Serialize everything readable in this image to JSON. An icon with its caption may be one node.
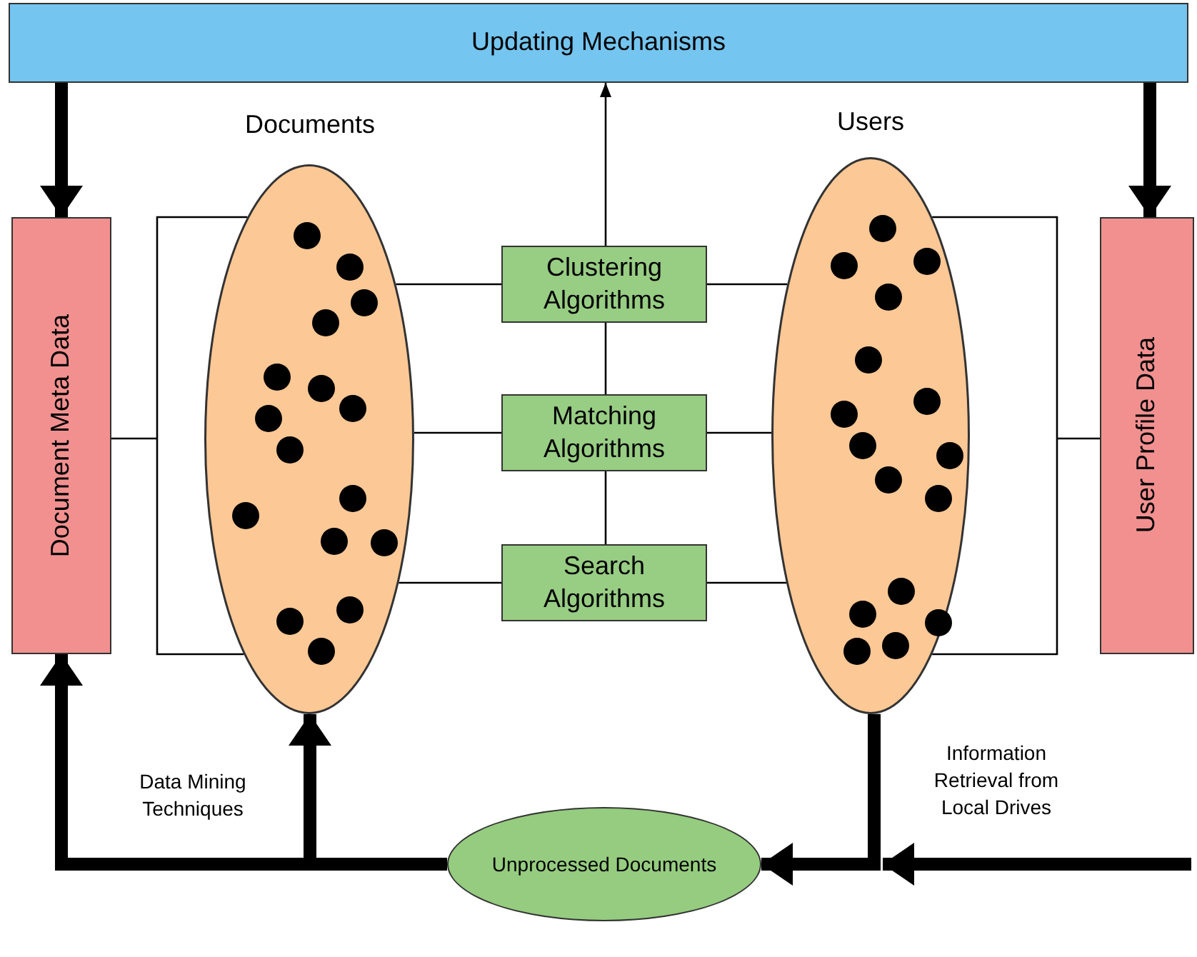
{
  "diagram": {
    "nodes": [
      {
        "text": [
          "Updating Mechanisms"
        ]
      },
      {
        "text": [
          "Document Meta Data"
        ]
      },
      {
        "text": [
          "Documents"
        ]
      },
      {
        "text": [
          "Clustering Algorithms"
        ]
      },
      {
        "text": [
          "Matching Algorithms"
        ]
      },
      {
        "text": [
          "Search Algorithms"
        ]
      },
      {
        "text": [
          "Users"
        ]
      },
      {
        "text": [
          "User Profile Data"
        ]
      },
      {
        "text": [
          "Unprocessed Documents"
        ]
      }
    ],
    "edges": [
      {
        "from": 0,
        "to": 1,
        "arrow": "to",
        "style": "thick"
      },
      {
        "from": 0,
        "to": 7,
        "arrow": "to",
        "style": "thick"
      },
      {
        "from": 3,
        "to": 0,
        "arrow": "to"
      },
      {
        "from": 2,
        "to": 3,
        "arrow": "none"
      },
      {
        "from": 3,
        "to": 6,
        "arrow": "none"
      },
      {
        "from": 2,
        "to": 4,
        "arrow": "none"
      },
      {
        "from": 4,
        "to": 6,
        "arrow": "none"
      },
      {
        "from": 2,
        "to": 5,
        "arrow": "none"
      },
      {
        "from": 5,
        "to": 6,
        "arrow": "none"
      },
      {
        "from": 3,
        "to": 4,
        "arrow": "none"
      },
      {
        "from": 4,
        "to": 5,
        "arrow": "none"
      },
      {
        "from": 1,
        "to": 2,
        "arrow": "none"
      },
      {
        "from": 7,
        "to": 6,
        "arrow": "none"
      },
      {
        "from": 6,
        "to": 8,
        "arrow": "to",
        "style": "thick"
      },
      {
        "from": null,
        "to": 8,
        "arrow": "to",
        "style": "thick",
        "label": "Information Retrieval from Local Drives"
      },
      {
        "from": 8,
        "to": 1,
        "arrow": "to",
        "style": "thick",
        "label": "Data Mining Techniques"
      },
      {
        "from": 8,
        "to": 2,
        "arrow": "to",
        "style": "thick"
      }
    ]
  }
}
